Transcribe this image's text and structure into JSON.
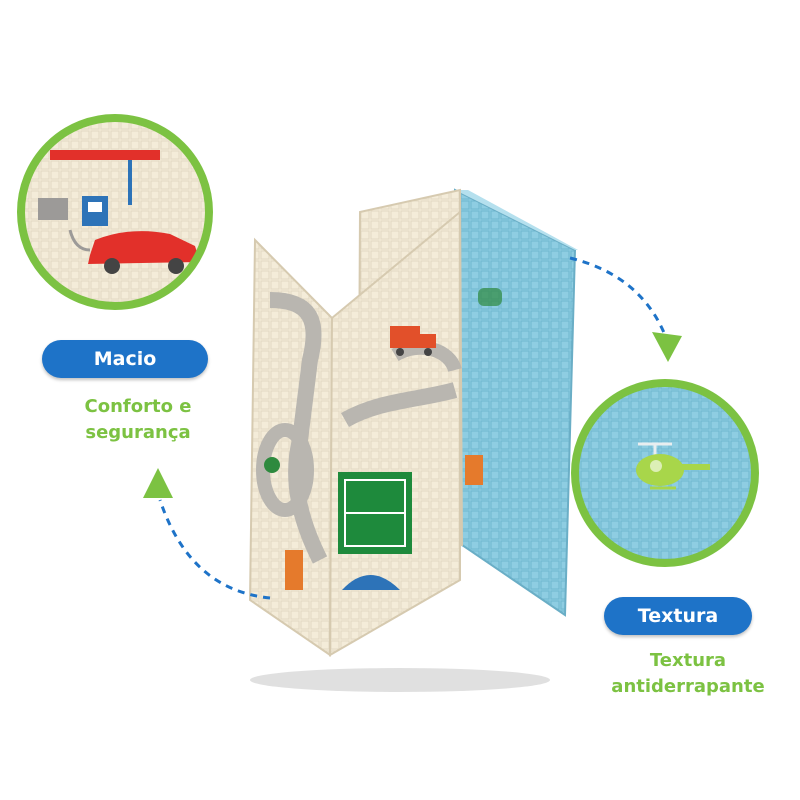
{
  "features": [
    {
      "label": "Macio",
      "description_line1": "Conforto e",
      "description_line2": "segurança"
    },
    {
      "label": "Textura",
      "description_line1": "Textura",
      "description_line2": "antiderrapante"
    }
  ],
  "colors": {
    "pill_blue": "#1e73c8",
    "accent_green": "#7cc242",
    "arrow_blue": "#1e73c8",
    "mat_cream": "#f4ecd9",
    "mat_blue": "#8ecde2"
  }
}
